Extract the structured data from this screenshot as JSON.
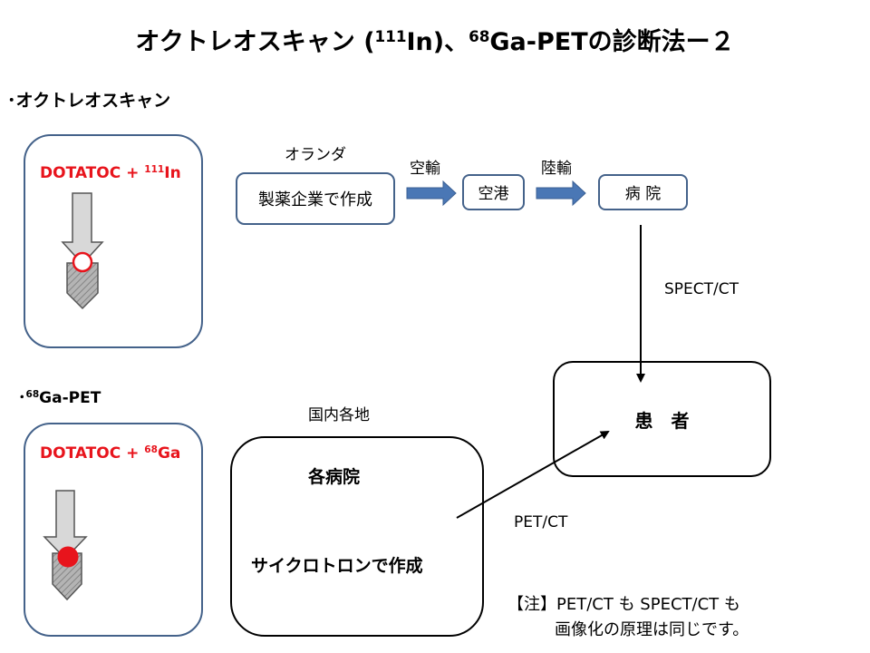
{
  "slide": {
    "title_part1": "オクトレオスキャン (",
    "title_sup1": "111",
    "title_part2": "In)、",
    "title_sup2": "68",
    "title_part3": "Ga-PETの診断法ー２"
  },
  "octreoscan": {
    "section_label": "･オクトレオスキャン",
    "drug_text": "DOTATOC + ",
    "isotope_sup": "111",
    "isotope_symbol": "In",
    "origin_label": "オランダ",
    "manufacture_box": "製薬企業で作成",
    "air_label": "空輸",
    "airport_box": "空港",
    "land_label": "陸輸",
    "hospital_box": "病 院",
    "spect_label": "SPECT/CT"
  },
  "ga_pet": {
    "section_bullet": "･",
    "section_sup": "68",
    "section_text": "Ga-PET",
    "drug_text": "DOTATOC + ",
    "isotope_sup": "68",
    "isotope_symbol": "Ga",
    "region_label": "国内各地",
    "hospitals_title": "各病院",
    "cyclotron_text": "サイクロトロンで作成",
    "pet_label": "PET/CT"
  },
  "patient_box": "患　者",
  "note": {
    "line1": "【注】PET/CT も SPECT/CT も",
    "line2": "画像化の原理は同じです。"
  },
  "colors": {
    "box_border_blue": "#44628a",
    "arrow_blue": "#4a77b5",
    "drug_red": "#e8141c",
    "marker_red": "#e8141c"
  }
}
